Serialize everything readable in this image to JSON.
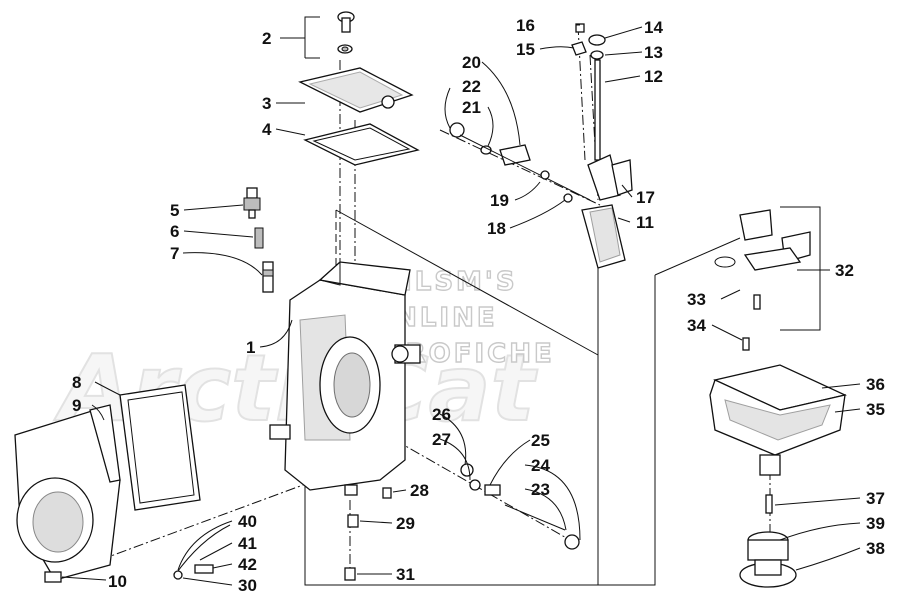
{
  "watermark": {
    "line1": "HLSM'S",
    "line2": "ONLINE",
    "line3": "MICROFICHE",
    "brand": "ArcticCat"
  },
  "callouts": [
    "1",
    "2",
    "3",
    "4",
    "5",
    "6",
    "7",
    "8",
    "9",
    "10",
    "11",
    "12",
    "13",
    "14",
    "15",
    "16",
    "17",
    "18",
    "19",
    "20",
    "21",
    "22",
    "23",
    "24",
    "25",
    "26",
    "27",
    "28",
    "29",
    "30",
    "31",
    "32",
    "33",
    "34",
    "35",
    "36",
    "37",
    "38",
    "39",
    "40",
    "41",
    "42"
  ]
}
